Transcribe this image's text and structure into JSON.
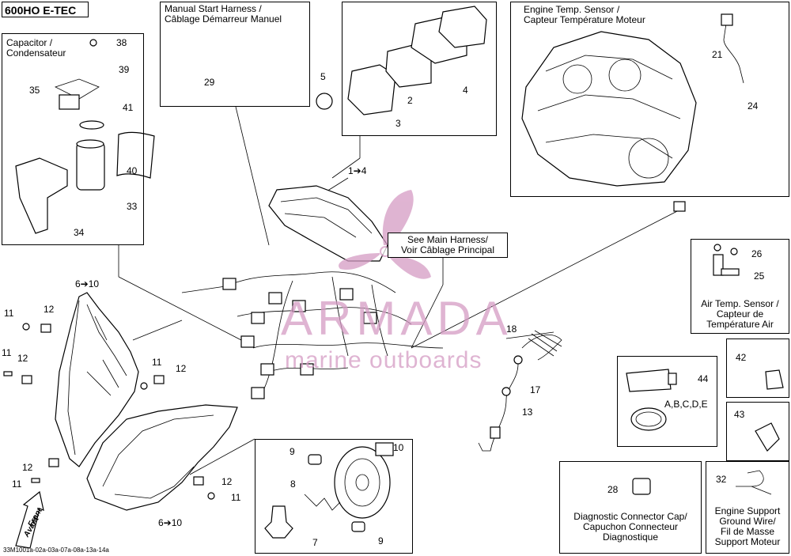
{
  "title": "600HO E-TEC",
  "footer_code": "33M1001a-02a-03a-07a-08a-13a-14a",
  "watermark": {
    "brand": "ARMADA",
    "tagline": "marine outboards",
    "color": "#d59bc4"
  },
  "front_label": {
    "line1": "Front",
    "line2": "Avant"
  },
  "boxes": {
    "capacitor": {
      "line1": "Capacitor /",
      "line2": "Condensateur"
    },
    "manual_start": {
      "line1": "Manual Start Harness /",
      "line2": "Câblage Démarreur Manuel"
    },
    "engine_temp": {
      "line1": "Engine Temp. Sensor /",
      "line2": "Capteur Température Moteur"
    },
    "main_harness": {
      "line1": "See Main Harness/",
      "line2": "Voir Câblage Principal"
    },
    "air_temp": {
      "line1": "Air Temp. Sensor /",
      "line2": "Capteur de",
      "line3": "Température Air"
    },
    "diagnostic": {
      "line1": "Diagnostic Connector Cap/",
      "line2": "Capuchon Connecteur",
      "line3": "Diagnostique"
    },
    "ground_wire": {
      "line1": "Engine Support",
      "line2": "Ground Wire/",
      "line3": "Fil de Masse",
      "line4": "Support Moteur"
    }
  },
  "callouts": {
    "c38": "38",
    "c39": "39",
    "c35": "35",
    "c41": "41",
    "c40": "40",
    "c33": "33",
    "c34": "34",
    "c29": "29",
    "c5": "5",
    "c2": "2",
    "c3": "3",
    "c4": "4",
    "c1to4": "1➔4",
    "c21": "21",
    "c24": "24",
    "c26": "26",
    "c25": "25",
    "c6to10a": "6➔10",
    "c6to10b": "6➔10",
    "c11a": "11",
    "c11b": "11",
    "c11c": "11",
    "c11d": "11",
    "c11e": "11",
    "c12a": "12",
    "c12b": "12",
    "c12c": "12",
    "c12d": "12",
    "c12e": "12",
    "c18": "18",
    "c17": "17",
    "c13": "13",
    "c44": "44",
    "c_abcde": "A,B,C,D,E",
    "c42": "42",
    "c43": "43",
    "c28": "28",
    "c32": "32",
    "c9a": "9",
    "c9b": "9",
    "c10": "10",
    "c8": "8",
    "c7": "7"
  }
}
